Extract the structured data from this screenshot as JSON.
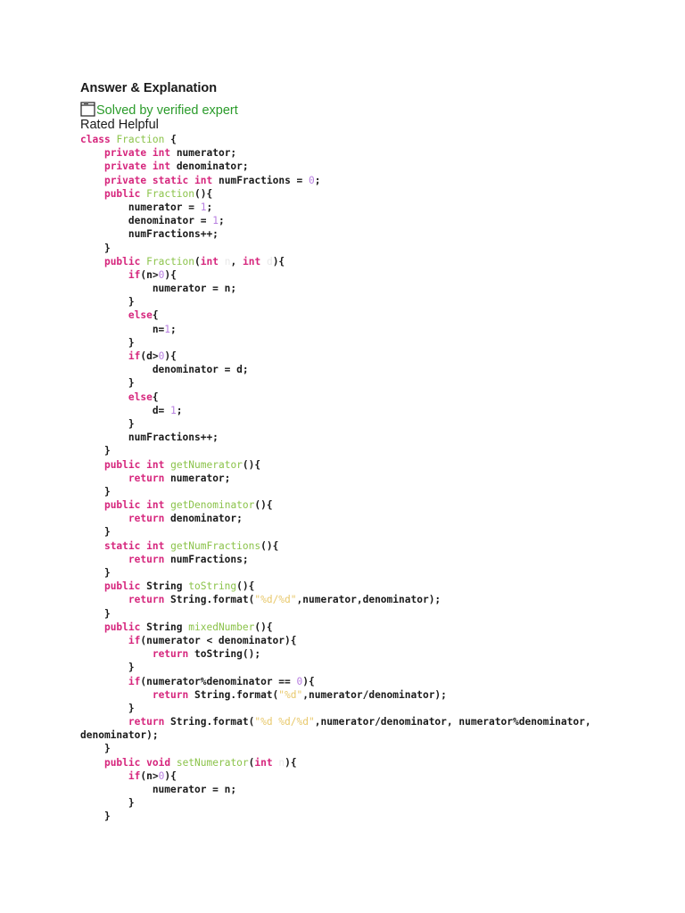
{
  "header": {
    "title": "Answer & Explanation",
    "verified_label": "Solved by verified expert",
    "verified_icon": "document-icon",
    "rating_label": "Rated Helpful"
  },
  "colors": {
    "keyword": "#d6267d",
    "function_name": "#8bc34a",
    "number": "#b77ee0",
    "string": "#e8c86a",
    "verified": "#2a9b2a",
    "text": "#1a1a1a"
  },
  "code": {
    "language": "java",
    "lines": [
      [
        [
          "kw",
          "class"
        ],
        [
          "p",
          " "
        ],
        [
          "fn",
          "Fraction"
        ],
        [
          "p",
          " {"
        ]
      ],
      [
        [
          "p",
          "    "
        ],
        [
          "kw",
          "private"
        ],
        [
          "p",
          " "
        ],
        [
          "kw",
          "int"
        ],
        [
          "p",
          " numerator;"
        ]
      ],
      [
        [
          "p",
          "    "
        ],
        [
          "kw",
          "private"
        ],
        [
          "p",
          " "
        ],
        [
          "kw",
          "int"
        ],
        [
          "p",
          " denominator;"
        ]
      ],
      [
        [
          "p",
          "    "
        ],
        [
          "kw",
          "private"
        ],
        [
          "p",
          " "
        ],
        [
          "kw",
          "static"
        ],
        [
          "p",
          " "
        ],
        [
          "kw",
          "int"
        ],
        [
          "p",
          " numFractions = "
        ],
        [
          "num",
          "0"
        ],
        [
          "p",
          ";"
        ]
      ],
      [
        [
          "p",
          "    "
        ],
        [
          "kw",
          "public"
        ],
        [
          "p",
          " "
        ],
        [
          "fn",
          "Fraction"
        ],
        [
          "p",
          "(){"
        ]
      ],
      [
        [
          "p",
          "        numerator = "
        ],
        [
          "num",
          "1"
        ],
        [
          "p",
          ";"
        ]
      ],
      [
        [
          "p",
          "        denominator = "
        ],
        [
          "num",
          "1"
        ],
        [
          "p",
          ";"
        ]
      ],
      [
        [
          "p",
          "        numFractions++;"
        ]
      ],
      [
        [
          "p",
          "    }"
        ]
      ],
      [
        [
          "p",
          "    "
        ],
        [
          "kw",
          "public"
        ],
        [
          "p",
          " "
        ],
        [
          "fn",
          "Fraction"
        ],
        [
          "p",
          "("
        ],
        [
          "kw",
          "int"
        ],
        [
          "p",
          " "
        ],
        [
          "faint",
          "n"
        ],
        [
          "p",
          ", "
        ],
        [
          "kw",
          "int"
        ],
        [
          "p",
          " "
        ],
        [
          "faint",
          "d"
        ],
        [
          "p",
          "){"
        ]
      ],
      [
        [
          "p",
          "        "
        ],
        [
          "kw",
          "if"
        ],
        [
          "p",
          "(n>"
        ],
        [
          "num",
          "0"
        ],
        [
          "p",
          "){"
        ]
      ],
      [
        [
          "p",
          "            numerator = n;"
        ]
      ],
      [
        [
          "p",
          "        }"
        ]
      ],
      [
        [
          "p",
          "        "
        ],
        [
          "kw",
          "else"
        ],
        [
          "p",
          "{"
        ]
      ],
      [
        [
          "p",
          "            n="
        ],
        [
          "num",
          "1"
        ],
        [
          "p",
          ";"
        ]
      ],
      [
        [
          "p",
          "        }"
        ]
      ],
      [
        [
          "p",
          "        "
        ],
        [
          "kw",
          "if"
        ],
        [
          "p",
          "(d>"
        ],
        [
          "num",
          "0"
        ],
        [
          "p",
          "){"
        ]
      ],
      [
        [
          "p",
          "            denominator = d;"
        ]
      ],
      [
        [
          "p",
          "        }"
        ]
      ],
      [
        [
          "p",
          "        "
        ],
        [
          "kw",
          "else"
        ],
        [
          "p",
          "{"
        ]
      ],
      [
        [
          "p",
          "            d= "
        ],
        [
          "num",
          "1"
        ],
        [
          "p",
          ";"
        ]
      ],
      [
        [
          "p",
          "        }"
        ]
      ],
      [
        [
          "p",
          "        numFractions++;"
        ]
      ],
      [
        [
          "p",
          "    }"
        ]
      ],
      [
        [
          "p",
          "    "
        ],
        [
          "kw",
          "public"
        ],
        [
          "p",
          " "
        ],
        [
          "kw",
          "int"
        ],
        [
          "p",
          " "
        ],
        [
          "fn",
          "getNumerator"
        ],
        [
          "p",
          "(){"
        ]
      ],
      [
        [
          "p",
          "        "
        ],
        [
          "kw",
          "return"
        ],
        [
          "p",
          " numerator;"
        ]
      ],
      [
        [
          "p",
          "    }"
        ]
      ],
      [
        [
          "p",
          "    "
        ],
        [
          "kw",
          "public"
        ],
        [
          "p",
          " "
        ],
        [
          "kw",
          "int"
        ],
        [
          "p",
          " "
        ],
        [
          "fn",
          "getDenominator"
        ],
        [
          "p",
          "(){"
        ]
      ],
      [
        [
          "p",
          "        "
        ],
        [
          "kw",
          "return"
        ],
        [
          "p",
          " denominator;"
        ]
      ],
      [
        [
          "p",
          "    }"
        ]
      ],
      [
        [
          "p",
          "    "
        ],
        [
          "kw",
          "static"
        ],
        [
          "p",
          " "
        ],
        [
          "kw",
          "int"
        ],
        [
          "p",
          " "
        ],
        [
          "fn",
          "getNumFractions"
        ],
        [
          "p",
          "(){"
        ]
      ],
      [
        [
          "p",
          "        "
        ],
        [
          "kw",
          "return"
        ],
        [
          "p",
          " numFractions;"
        ]
      ],
      [
        [
          "p",
          "    }"
        ]
      ],
      [
        [
          "p",
          "    "
        ],
        [
          "kw",
          "public"
        ],
        [
          "p",
          " String "
        ],
        [
          "fn",
          "toString"
        ],
        [
          "p",
          "(){"
        ]
      ],
      [
        [
          "p",
          "        "
        ],
        [
          "kw",
          "return"
        ],
        [
          "p",
          " String.format("
        ],
        [
          "str",
          "\"%d/%d\""
        ],
        [
          "p",
          ",numerator,denominator);"
        ]
      ],
      [
        [
          "p",
          "    }"
        ]
      ],
      [
        [
          "p",
          "    "
        ],
        [
          "kw",
          "public"
        ],
        [
          "p",
          " String "
        ],
        [
          "fn",
          "mixedNumber"
        ],
        [
          "p",
          "(){"
        ]
      ],
      [
        [
          "p",
          "        "
        ],
        [
          "kw",
          "if"
        ],
        [
          "p",
          "(numerator < denominator){"
        ]
      ],
      [
        [
          "p",
          "            "
        ],
        [
          "kw",
          "return"
        ],
        [
          "p",
          " toString();"
        ]
      ],
      [
        [
          "p",
          "        }"
        ]
      ],
      [
        [
          "p",
          "        "
        ],
        [
          "kw",
          "if"
        ],
        [
          "p",
          "(numerator%denominator == "
        ],
        [
          "num",
          "0"
        ],
        [
          "p",
          "){"
        ]
      ],
      [
        [
          "p",
          "            "
        ],
        [
          "kw",
          "return"
        ],
        [
          "p",
          " String.format("
        ],
        [
          "str",
          "\"%d\""
        ],
        [
          "p",
          ",numerator/denominator);"
        ]
      ],
      [
        [
          "p",
          "        }"
        ]
      ],
      [
        [
          "p",
          "        "
        ],
        [
          "kw",
          "return"
        ],
        [
          "p",
          " String.format("
        ],
        [
          "str",
          "\"%d %d/%d\""
        ],
        [
          "p",
          ",numerator/denominator, numerator%denominator,"
        ]
      ],
      [
        [
          "p",
          "denominator);"
        ]
      ],
      [
        [
          "p",
          "    }"
        ]
      ],
      [
        [
          "p",
          "    "
        ],
        [
          "kw",
          "public"
        ],
        [
          "p",
          " "
        ],
        [
          "kw",
          "void"
        ],
        [
          "p",
          " "
        ],
        [
          "fn",
          "setNumerator"
        ],
        [
          "p",
          "("
        ],
        [
          "kw",
          "int"
        ],
        [
          "p",
          " "
        ],
        [
          "faint",
          "n"
        ],
        [
          "p",
          "){"
        ]
      ],
      [
        [
          "p",
          "        "
        ],
        [
          "kw",
          "if"
        ],
        [
          "p",
          "(n>"
        ],
        [
          "num",
          "0"
        ],
        [
          "p",
          "){"
        ]
      ],
      [
        [
          "p",
          "            numerator = n;"
        ]
      ],
      [
        [
          "p",
          "        }"
        ]
      ],
      [
        [
          "p",
          "    }"
        ]
      ]
    ]
  }
}
